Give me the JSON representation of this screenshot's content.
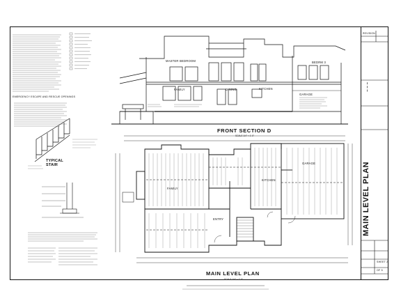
{
  "sections": {
    "front_section": "FRONT SECTION D",
    "front_section_scale": "SCALE 1/4\" = 1'-0\"",
    "main_plan": "MAIN LEVEL PLAN",
    "main_plan_scale": "SCALE 1/4\" = 1'-0\""
  },
  "section_rooms": {
    "master_bedroom": "MASTER BEDROOM",
    "bedrm3": "BEDRM 3",
    "family": "FAMILY",
    "dining": "DINING",
    "kitchen": "KITCHEN",
    "garage": "GARAGE"
  },
  "plan_rooms": {
    "family": "FAMILY",
    "kitchen": "KITCHEN",
    "garage": "GARAGE",
    "entry": "ENTRY"
  },
  "stair_detail": {
    "heading": "EMERGENCY ESCAPE AND RESCUE OPENINGS",
    "title": "TYPICAL STAIR"
  },
  "title_block": {
    "revision_label": "REVISION",
    "sheet_title": "MAIN LEVEL PLAN",
    "sheet_number": "SHEET 2",
    "sheet_of": "OF 5"
  }
}
